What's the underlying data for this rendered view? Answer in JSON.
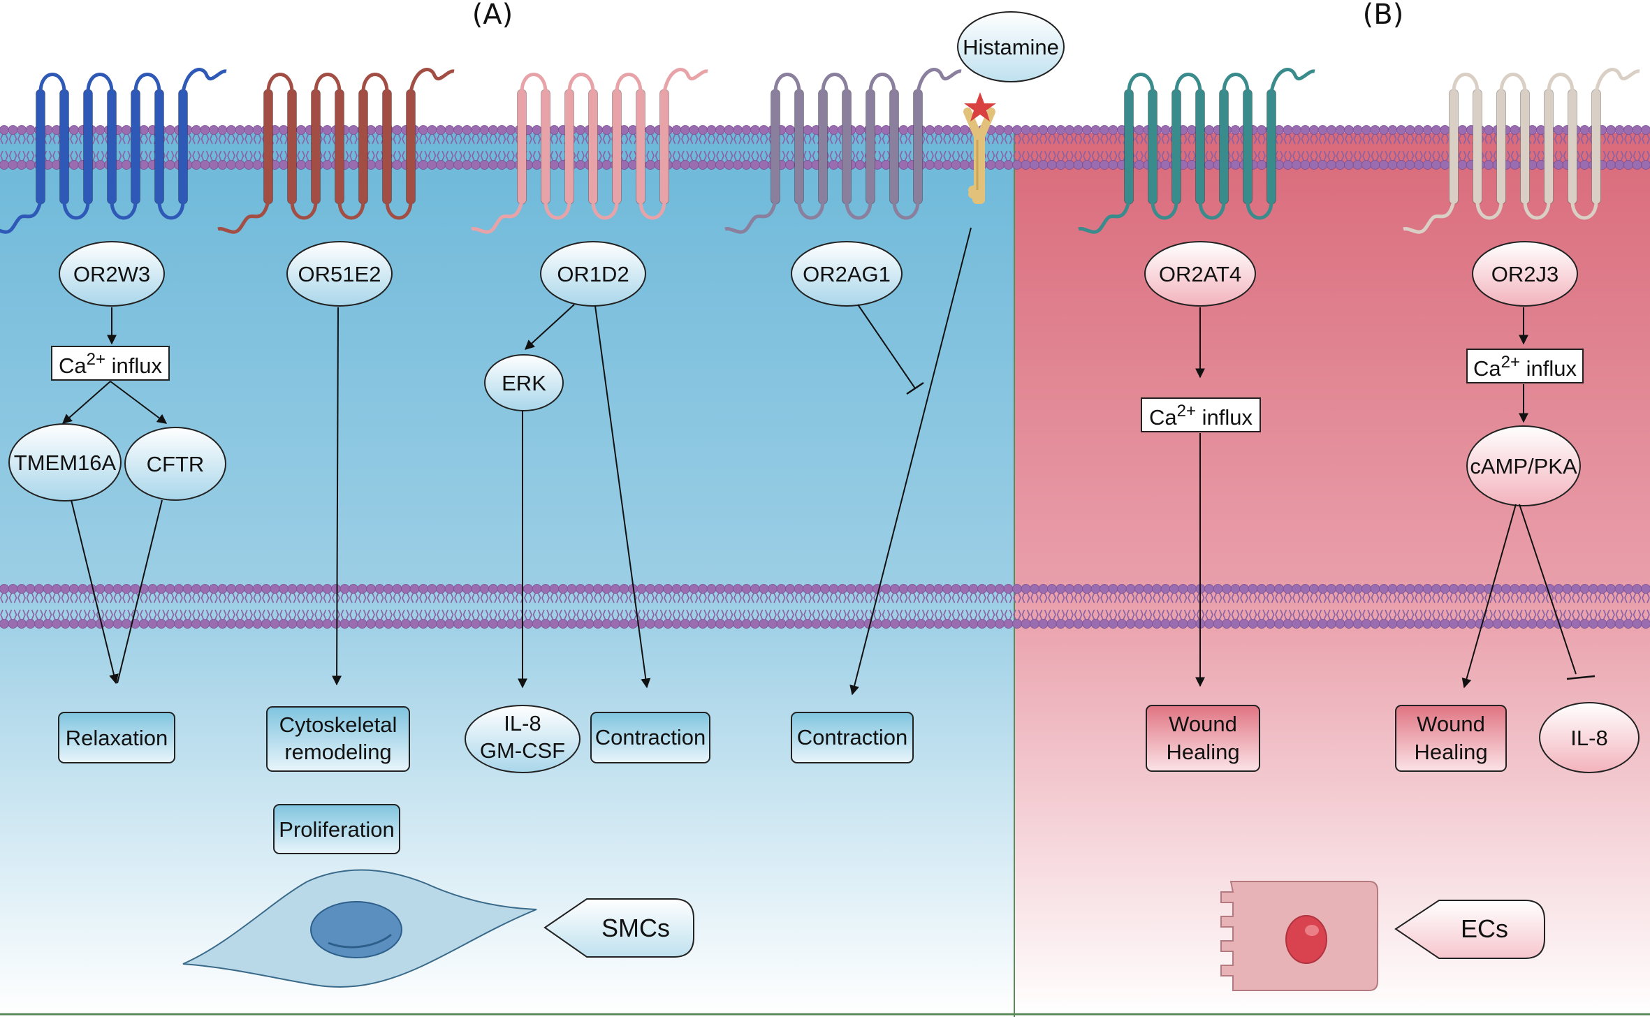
{
  "panels": {
    "a_label": "(A)",
    "b_label": "(B)"
  },
  "ligand": {
    "label": "Histamine"
  },
  "pathways": {
    "or2w3": {
      "receptor": "OR2W3",
      "calcium": {
        "ion": "Ca",
        "charge": "2+",
        "suffix": " influx"
      },
      "channel1": "TMEM16A",
      "channel2": "CFTR",
      "outcome": "Relaxation"
    },
    "or51e2": {
      "receptor": "OR51E2",
      "outcome_line1": "Cytoskeletal",
      "outcome_line2": "remodeling",
      "outcome2": "Proliferation"
    },
    "or1d2": {
      "receptor": "OR1D2",
      "kinase": "ERK",
      "cytokine_line1": "IL-8",
      "cytokine_line2": "GM-CSF",
      "outcome": "Contraction"
    },
    "or2ag1": {
      "receptor": "OR2AG1",
      "outcome": "Contraction"
    },
    "or2at4": {
      "receptor": "OR2AT4",
      "calcium": {
        "ion": "Ca",
        "charge": "2+",
        "suffix": " influx"
      },
      "outcome_line1": "Wound",
      "outcome_line2": "Healing"
    },
    "or2j3": {
      "receptor": "OR2J3",
      "calcium": {
        "ion": "Ca",
        "charge": "2+",
        "suffix": " influx"
      },
      "kinase": "cAMP/PKA",
      "outcome_line1": "Wound",
      "outcome_line2": "Healing",
      "inhibited": "IL-8"
    }
  },
  "cells": {
    "smc": "SMCs",
    "ec": "ECs"
  },
  "colors": {
    "panel_a_top": "#6db8d9",
    "panel_b_top": "#d96a7a",
    "membrane_head": "#9a6cb0",
    "or2w3": "#2f59b7",
    "or51e2": "#a24e44",
    "or1d2": "#e8a3a8",
    "or2ag1": "#8a7f9d",
    "or2at4": "#3a8c8c",
    "or2j3": "#d9cfc4",
    "ligand_star": "#d94040",
    "histamine_receptor": "#e2c27a"
  }
}
